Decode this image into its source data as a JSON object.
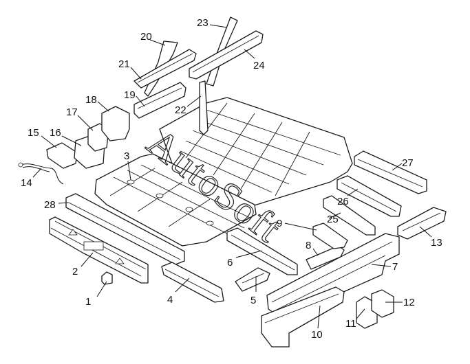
{
  "watermark": "AutoSoft",
  "colors": {
    "line": "#1a1a1a",
    "background": "#ffffff"
  },
  "parts": [
    {
      "id": "p1",
      "label": "1"
    },
    {
      "id": "p2",
      "label": "2"
    },
    {
      "id": "p3",
      "label": "3"
    },
    {
      "id": "p4",
      "label": "4"
    },
    {
      "id": "p5",
      "label": "5"
    },
    {
      "id": "p6",
      "label": "6"
    },
    {
      "id": "p7",
      "label": "7"
    },
    {
      "id": "p8",
      "label": "8"
    },
    {
      "id": "p9",
      "label": "9"
    },
    {
      "id": "p10",
      "label": "10"
    },
    {
      "id": "p11",
      "label": "11"
    },
    {
      "id": "p12",
      "label": "12"
    },
    {
      "id": "p13",
      "label": "13"
    },
    {
      "id": "p14",
      "label": "14"
    },
    {
      "id": "p15",
      "label": "15"
    },
    {
      "id": "p16",
      "label": "16"
    },
    {
      "id": "p17",
      "label": "17"
    },
    {
      "id": "p18",
      "label": "18"
    },
    {
      "id": "p19",
      "label": "19"
    },
    {
      "id": "p20",
      "label": "20"
    },
    {
      "id": "p21",
      "label": "21"
    },
    {
      "id": "p22",
      "label": "22"
    },
    {
      "id": "p23",
      "label": "23"
    },
    {
      "id": "p24",
      "label": "24"
    },
    {
      "id": "p25",
      "label": "25"
    },
    {
      "id": "p26",
      "label": "26"
    },
    {
      "id": "p27",
      "label": "27"
    },
    {
      "id": "p28",
      "label": "28"
    }
  ]
}
